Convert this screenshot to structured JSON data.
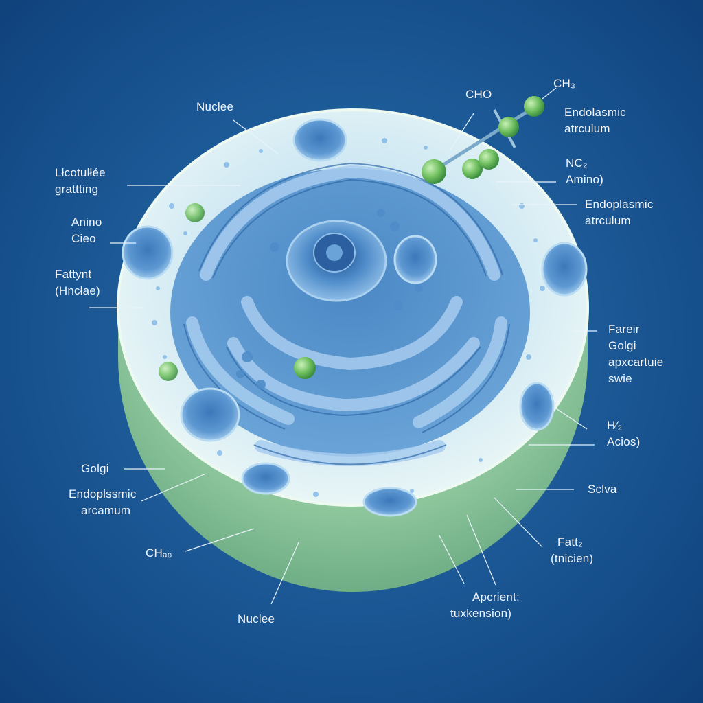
{
  "labels": {
    "nucleus_top": "Nuclee",
    "left_1_line1": "Lłcotulłée",
    "left_1_line2": "grattting",
    "left_2_line1": "Anino",
    "left_2_line2": "Cieo",
    "left_3_line1": "Fattynt",
    "left_3_line2": "(Hncłae)",
    "left_golgi": "Golgi",
    "left_er_line1": "Endoplssmic",
    "left_er_line2": "arcamum",
    "left_ch": "CHₐ₀",
    "nucleus_bottom": "Nuclee",
    "top_cho": "CHO",
    "top_ch3": "CH₃",
    "right_er1_line1": "Endolasmic",
    "right_er1_line2": "atrculum",
    "right_nc_line1": "NC₂",
    "right_nc_line2": "Amino)",
    "right_er2_line1": "Endoplasmic",
    "right_er2_line2": "atrculum",
    "right_golgi_line1": "Fareir",
    "right_golgi_line2": "Golgi",
    "right_golgi_line3": "apxcartuie",
    "right_golgi_line4": "swie",
    "right_acid_line1": "H⁄₂",
    "right_acid_line2": "Acios)",
    "right_sclva": "Sclva",
    "right_fatt_line1": "Fatt₂",
    "right_fatt_line2": "(tnicien)",
    "bottom_right_line1": "Apcrient:",
    "bottom_right_line2": "tuxkension)"
  },
  "colors": {
    "background": "#1d5b98",
    "cytoplasm": "#cfe8f2",
    "membrane_green": "#9fd3a8",
    "organelle_blue": "#5b95cf",
    "molecule_green": "#7fcf6f",
    "label_text": "#f1f6fb"
  }
}
